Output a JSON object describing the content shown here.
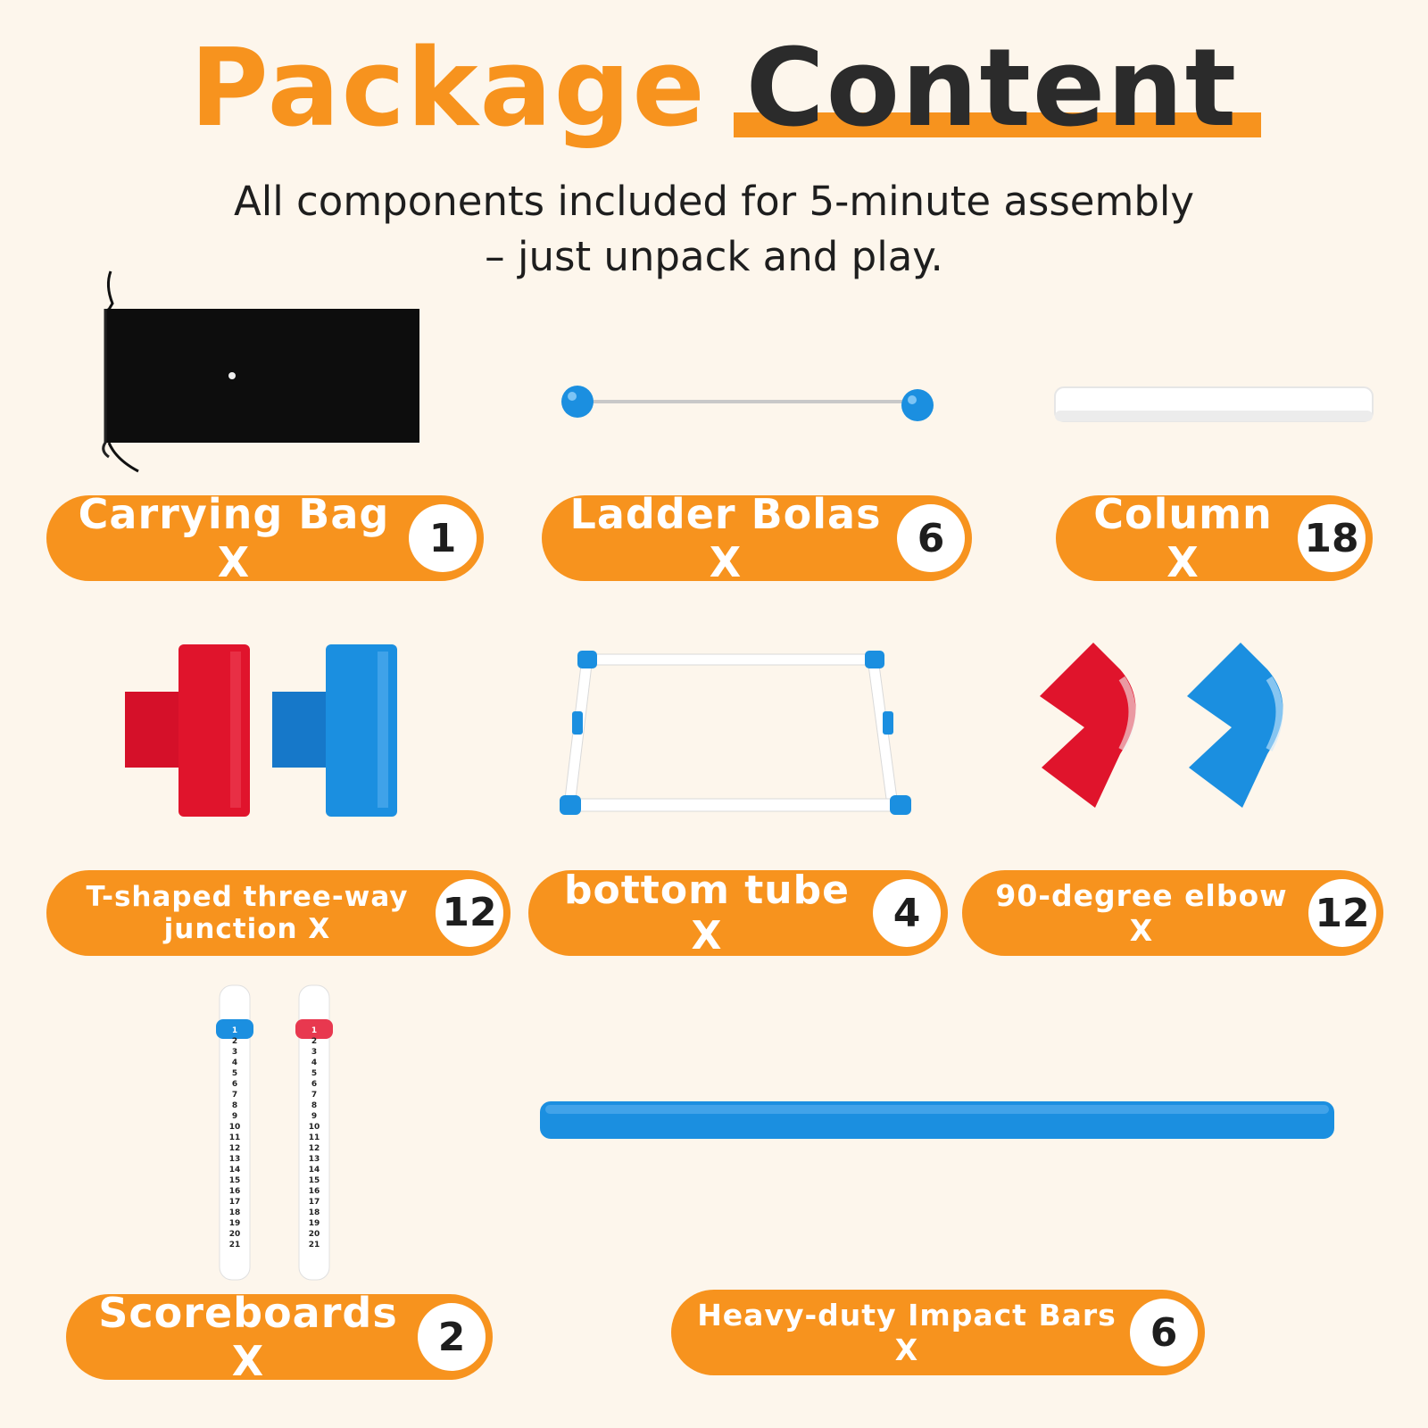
{
  "header": {
    "title_word1": "Package",
    "title_word2": "Content",
    "subtitle_line1": "All components included for 5-minute assembly",
    "subtitle_line2": "– just unpack and play."
  },
  "colors": {
    "accent": "#f7931e",
    "background": "#fdf6ec",
    "red": "#e0142c",
    "blue": "#1b8fe0"
  },
  "items": [
    {
      "label": "Carrying Bag X",
      "count": "1",
      "icon": "carrying-bag-icon"
    },
    {
      "label": "Ladder Bolas X",
      "count": "6",
      "icon": "ladder-bolas-icon"
    },
    {
      "label": "Column X",
      "count": "18",
      "icon": "column-icon"
    },
    {
      "label_line1": "T-shaped three-way",
      "label_line2": "junction X",
      "count": "12",
      "icon": "t-junction-icon"
    },
    {
      "label": "bottom tube X",
      "count": "4",
      "icon": "bottom-tube-frame-icon"
    },
    {
      "label": "90-degree elbow X",
      "count": "12",
      "icon": "elbow-icon"
    },
    {
      "label": "Scoreboards X",
      "count": "2",
      "icon": "scoreboard-icon"
    },
    {
      "label": "Heavy-duty Impact Bars X",
      "count": "6",
      "icon": "impact-bar-icon"
    }
  ],
  "scoreboard_numbers": [
    "1",
    "2",
    "3",
    "4",
    "5",
    "6",
    "7",
    "8",
    "9",
    "10",
    "11",
    "12",
    "13",
    "14",
    "15",
    "16",
    "17",
    "18",
    "19",
    "20",
    "21"
  ]
}
